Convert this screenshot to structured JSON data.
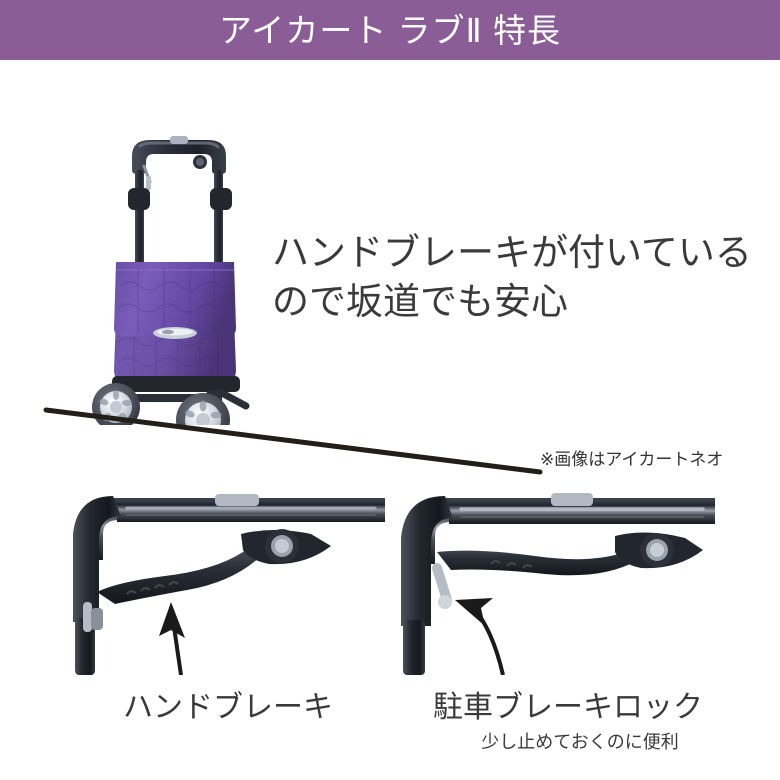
{
  "header": {
    "title": "アイカート ラブⅡ 特長",
    "background_color": "#8b5d97",
    "text_color": "#ffffff"
  },
  "hero": {
    "headline_line1": "ハンドブレーキが付いている",
    "headline_line2": "ので坂道でも安心",
    "image_note": "※画像はアイカートネオ",
    "product_colors": {
      "bag": "#6a4fa3",
      "bag_dark": "#4b3579",
      "frame": "#2b2f38",
      "wheel_hub": "#d8dde3",
      "slope_line": "#231f18"
    }
  },
  "details": [
    {
      "caption": "ハンドブレーキ",
      "subcaption": "",
      "arrow": "straight-up-arrow",
      "photo_name": "hand-brake-lever-photo"
    },
    {
      "caption": "駐車ブレーキロック",
      "subcaption": "少し止めておくのに便利",
      "arrow": "curved-up-arrow",
      "photo_name": "parking-brake-lock-photo"
    }
  ]
}
